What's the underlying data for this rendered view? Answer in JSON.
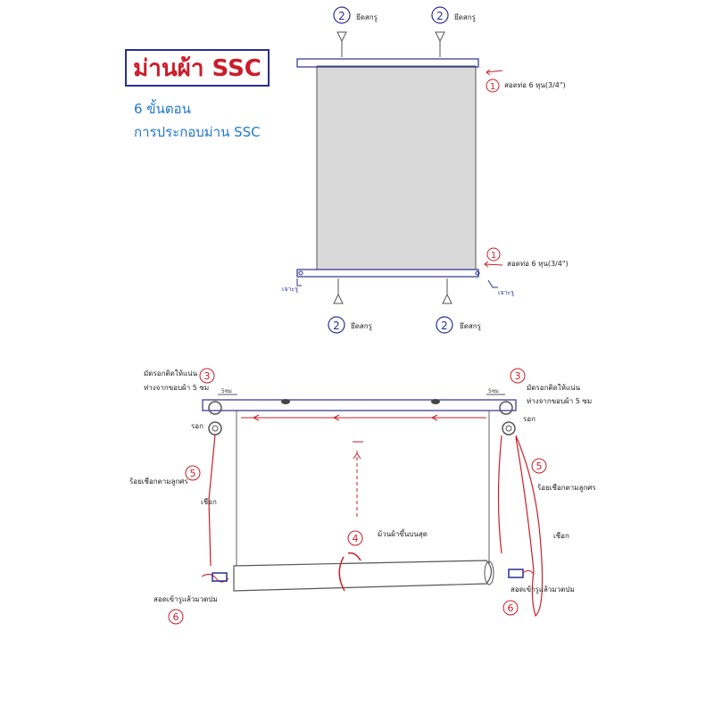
{
  "header": {
    "title": "ม่านผ้า SSC",
    "subtitle_line1": "6 ขั้นตอน",
    "subtitle_line2": "การประกอบม่าน SSC"
  },
  "top_diagram": {
    "screw_label": "ยึดสกรู",
    "screw_number": "2",
    "pipe_label": "สอดท่อ 6 หุน(3/4\")",
    "pipe_number": "1",
    "drill_label": "เจาะรู"
  },
  "bottom_diagram": {
    "ring_left_note_1": "มัดรอกติดให้แน่น",
    "ring_left_note_2": "ห่างจากขอบผ้า 5 ซม",
    "ring_right_note_1": "มัดรอกติดให้แน่น",
    "ring_right_note_2": "ห่างจากขอบผ้า 5 ซม",
    "ring_number": "3",
    "gap_left": "5ซม",
    "gap_right": "5ซม",
    "pulley_label": "รอก",
    "rope_thread_label": "ร้อยเชือกตามลูกศร",
    "rope_thread_number": "5",
    "rope_label": "เชือก",
    "roll_label": "ม้วนผ้าขึ้นบนสุด",
    "roll_number": "4",
    "tie_label": "สอดเข้ารูแล้วมวดปม",
    "tie_number": "6"
  },
  "colors": {
    "blue": "#2b2f8f",
    "red": "#cc1d2a",
    "light_blue": "#1f77c9",
    "fabric": "#d9d9d9"
  }
}
